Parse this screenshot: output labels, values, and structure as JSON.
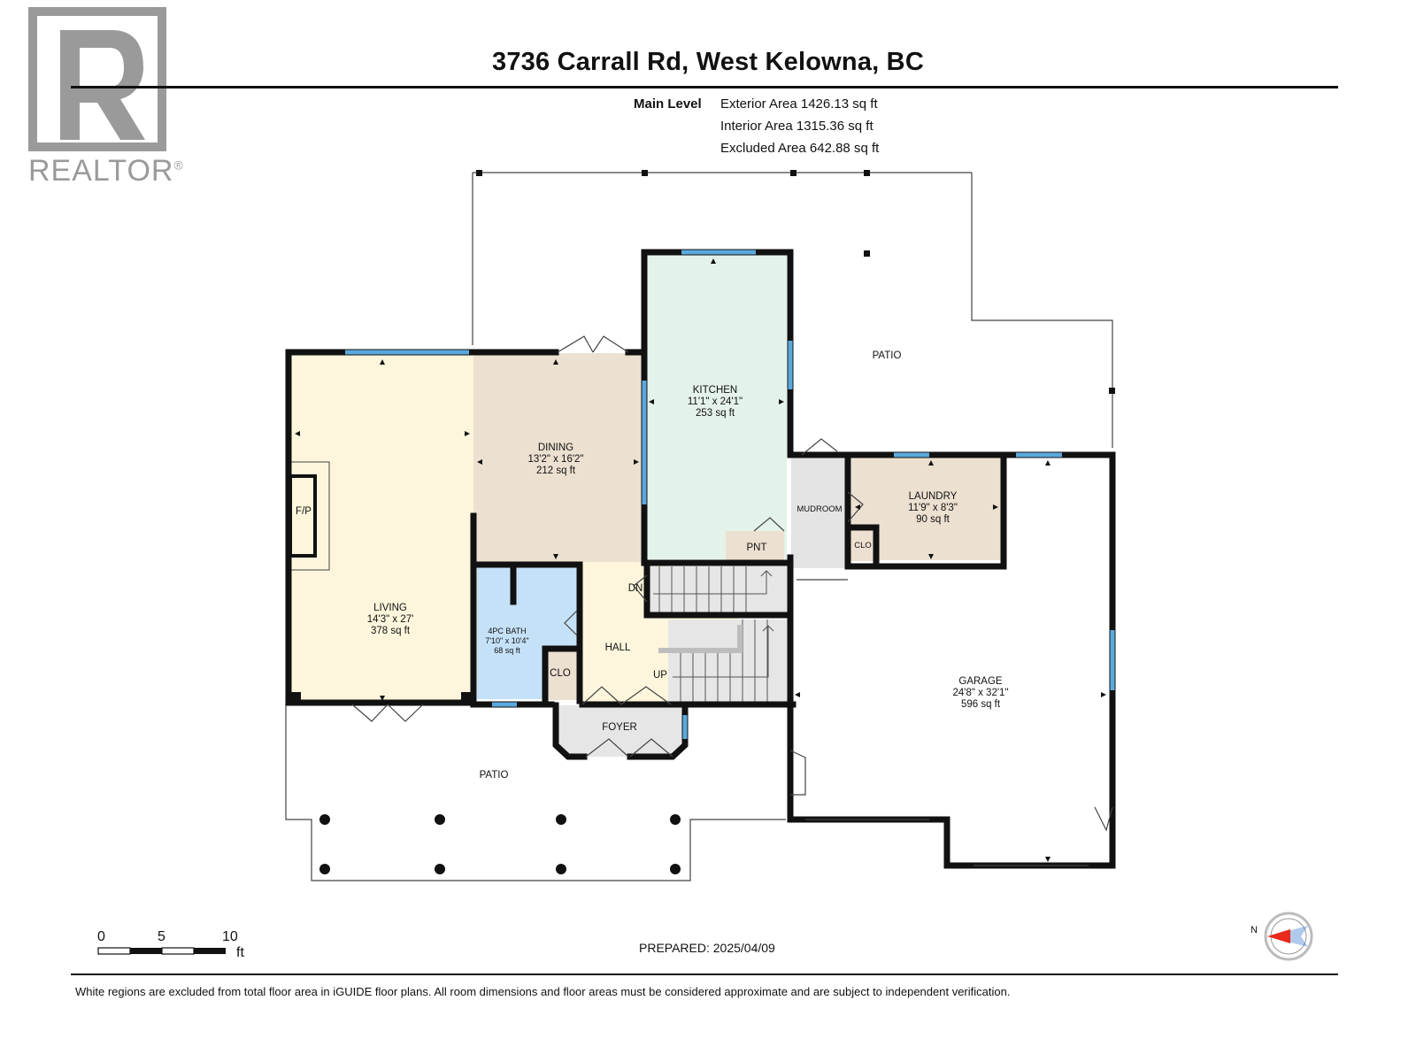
{
  "logo": {
    "text": "REALTOR",
    "mark": "®"
  },
  "header": {
    "title": "3736 Carrall Rd, West Kelowna, BC"
  },
  "level": {
    "name": "Main Level",
    "areas": [
      "Exterior Area 1426.13 sq ft",
      "Interior Area 1315.36 sq ft",
      "Excluded Area 642.88 sq ft"
    ]
  },
  "rooms": {
    "living": {
      "name": "LIVING",
      "dims": "14'3\" x 27'",
      "area": "378 sq ft",
      "color": "#fdf6dc"
    },
    "dining": {
      "name": "DINING",
      "dims": "13'2\" x 16'2\"",
      "area": "212 sq ft",
      "color": "#ece0d0"
    },
    "kitchen": {
      "name": "KITCHEN",
      "dims": "11'1\" x 24'1\"",
      "area": "253 sq ft",
      "color": "#e4f3ea"
    },
    "laundry": {
      "name": "LAUNDRY",
      "dims": "11'9\" x 8'3\"",
      "area": "90 sq ft",
      "color": "#ece0d0"
    },
    "bath": {
      "name": "4PC BATH",
      "dims": "7'10\" x 10'4\"",
      "area": "68 sq ft",
      "color": "#c4e1f7"
    },
    "garage": {
      "name": "GARAGE",
      "dims": "24'8\" x 32'1\"",
      "area": "596 sq ft"
    },
    "hall": {
      "name": "HALL",
      "color": "#fdf6dc"
    },
    "foyer": {
      "name": "FOYER"
    },
    "mudroom": {
      "name": "MUDROOM"
    },
    "patio_top": {
      "name": "PATIO"
    },
    "patio_bottom": {
      "name": "PATIO"
    },
    "pantry": {
      "name": "PNT"
    },
    "closet_hall": {
      "name": "CLO"
    },
    "closet_mud": {
      "name": "CLO"
    },
    "fireplace": {
      "name": "F/P"
    }
  },
  "stairs": {
    "down": "DN",
    "up": "UP"
  },
  "scale": {
    "ticks": [
      "0",
      "5",
      "10"
    ],
    "unit": "ft"
  },
  "compass": {
    "label": "N"
  },
  "prepared": "PREPARED: 2025/04/09",
  "footer": "White regions are excluded from total floor area in iGUIDE floor plans. All room dimensions and floor areas must be considered approximate and are subject to independent verification.",
  "colors": {
    "wall": "#111111",
    "window": "#5aa9dd",
    "stairs": "#e6e6e6",
    "compass": "#e8291c"
  }
}
